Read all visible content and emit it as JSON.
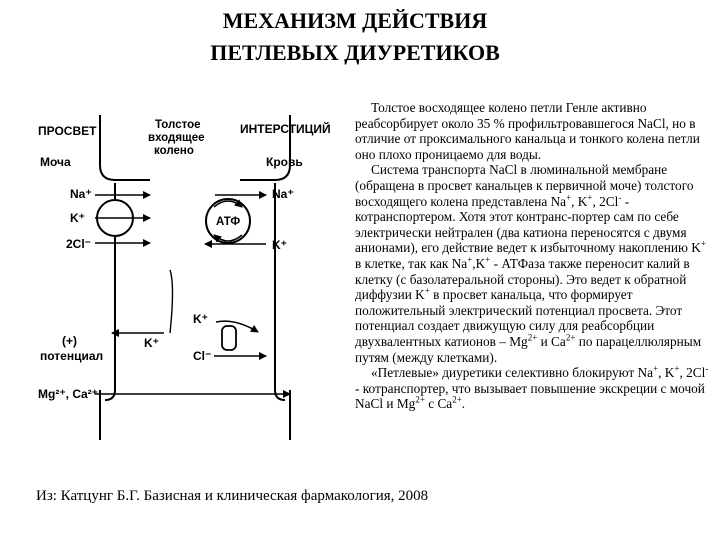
{
  "title": {
    "line1": "МЕХАНИЗМ ДЕЙСТВИЯ",
    "line2": "ПЕТЛЕВЫХ  ДИУРЕТИКОВ"
  },
  "diagram": {
    "lumen_label": "ПРОСВЕТ",
    "limb_label": [
      "Толстое",
      "входящее",
      "колено"
    ],
    "interstitium_label": "ИНТЕРСТИЦИЙ",
    "urine_label": "Моча",
    "blood_label": "Кровь",
    "na_left": "Na⁺",
    "k_left": "K⁺",
    "cl_left": "2Cl⁻",
    "na_right": "Na⁺",
    "k_right": "K⁺",
    "atp_label": "АТФ",
    "k_lower_right": "K⁺",
    "cl_lower_right": "Cl⁻",
    "potential_sign": "(+)",
    "potential_label": "потенциал",
    "k_lumen": "K⁺",
    "divalent_label": "Mg²⁺, Ca²⁺"
  },
  "text": {
    "p1": "Толстое восходящее колено петли Генле активно реабсорбирует около 35 % профильтровавшегося NaCl, но в отличие от проксимального канальца и тонкого колена петли оно плохо проницаемо для воды.",
    "p2a": "Система транспорта NaCl в люминальной мембране (обращена в просвет канальцев к первичной моче) толстого восходящего колена представлена Na",
    "p2b": ", K",
    "p2c": ", 2Cl",
    "p2d": " - котранспортером. Хотя этот контранс-портер сам по себе электрически нейтрален (два катиона переносятся с двумя анионами), его действие ведет к избыточному накоплению K",
    "p2e": "  в клетке, так как Na",
    "p2f": ",K",
    "p2g": " - АТФаза также переносит калий в клетку (с базолатеральной стороны). Это ведет к обратной диффузии K",
    "p2h": " в просвет канальца, что формирует положительный электрический потенциал просвета. Этот потенциал создает движущую силу для реабсорбции двухвалентных катионов – Mg",
    "p2i": " и  Ca",
    "p2j": " по парацеллюлярным путям (между клетками).",
    "p3a": "«Петлевые» диуретики селективно блокируют Na",
    "p3b": ", K",
    "p3c": ", 2Cl",
    "p3d": " - котранспортер, что вызывает повышение экскреции с мочой NaCl и Mg",
    "p3e": " с Ca",
    "p3f": ".",
    "sup_plus": "+",
    "sup_minus": "-",
    "sup_2plus": "2+"
  },
  "source": "Из: Катцунг Б.Г. Базисная и клиническая фармакология,  2008"
}
